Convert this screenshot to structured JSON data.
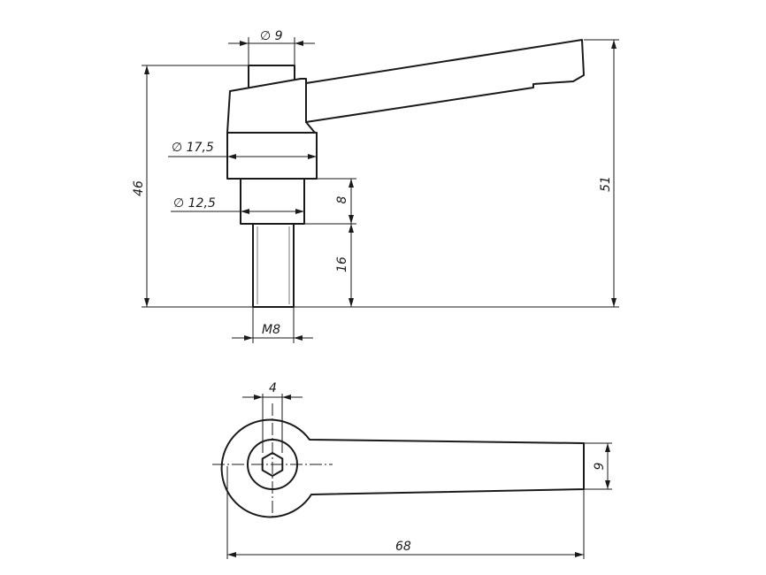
{
  "dimensions": {
    "top_diameter": "∅ 9",
    "collar_diameter": "∅ 17,5",
    "neck_diameter": "∅ 12,5",
    "height_left": "46",
    "height_right": "51",
    "neck_height": "8",
    "thread_length": "16",
    "thread": "M8",
    "hex_size": "4",
    "lever_width": "9",
    "overall_length": "68"
  }
}
